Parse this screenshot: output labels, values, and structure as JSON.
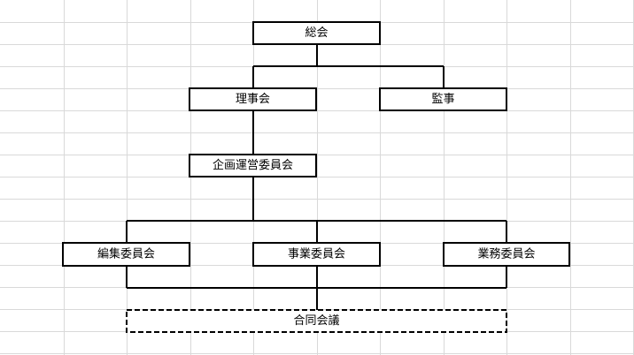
{
  "org_chart": {
    "general_assembly": "総会",
    "board": "理事会",
    "auditor": "監事",
    "planning_committee": "企画運営委員会",
    "editorial_committee": "編集委員会",
    "business_committee": "事業委員会",
    "operations_committee": "業務委員会",
    "joint_meeting": "合同会議"
  }
}
